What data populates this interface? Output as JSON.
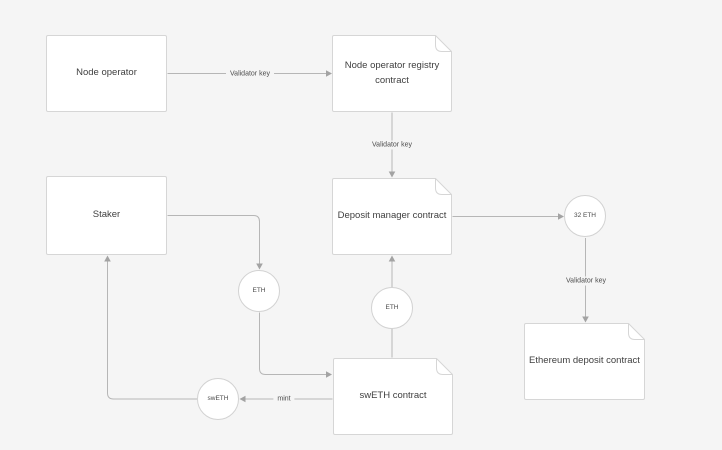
{
  "diagram": {
    "colors": {
      "background": "#f5f5f5",
      "node_fill": "#ffffff",
      "node_border": "#d6d6d6",
      "connector_line": "#b6b6b6",
      "arrowhead": "#a3a3a3",
      "node_text": "#404040",
      "edge_label_text": "#4d4d4d"
    },
    "nodes": {
      "node_operator": {
        "label": "Node operator",
        "shape": "rectangle"
      },
      "registry_contract": {
        "label": "Node operator registry contract",
        "shape": "document"
      },
      "staker": {
        "label": "Staker",
        "shape": "rectangle"
      },
      "deposit_manager": {
        "label": "Deposit manager contract",
        "shape": "document"
      },
      "sweth_contract": {
        "label": "swETH contract",
        "shape": "document"
      },
      "ethereum_deposit": {
        "label": "Ethereum deposit contract",
        "shape": "document"
      },
      "eth_token_left": {
        "label": "ETH",
        "shape": "circle"
      },
      "eth_token_mid": {
        "label": "ETH",
        "shape": "circle"
      },
      "eth_32_token": {
        "label": "32 ETH",
        "shape": "circle"
      },
      "sweth_token": {
        "label": "swETH",
        "shape": "circle"
      }
    },
    "edges": {
      "operator_to_registry": {
        "from": "node_operator",
        "to": "registry_contract",
        "label": "Validator key"
      },
      "registry_to_manager": {
        "from": "registry_contract",
        "to": "deposit_manager",
        "label": "Validator key"
      },
      "manager_to_32eth": {
        "from": "deposit_manager",
        "to": "eth_32_token",
        "label": ""
      },
      "eth32_to_eth_deposit": {
        "from": "eth_32_token",
        "to": "ethereum_deposit",
        "label": "Validator key"
      },
      "staker_to_eth": {
        "from": "staker",
        "to": "eth_token_left",
        "label": ""
      },
      "eth_to_sweth_contract": {
        "from": "eth_token_left",
        "to": "sweth_contract",
        "label": ""
      },
      "sweth_contract_to_manager": {
        "from": "sweth_contract",
        "to": "deposit_manager",
        "label": ""
      },
      "sweth_contract_to_sweth": {
        "from": "sweth_contract",
        "to": "sweth_token",
        "label": "mint"
      },
      "sweth_to_staker": {
        "from": "sweth_token",
        "to": "staker",
        "label": ""
      }
    }
  }
}
